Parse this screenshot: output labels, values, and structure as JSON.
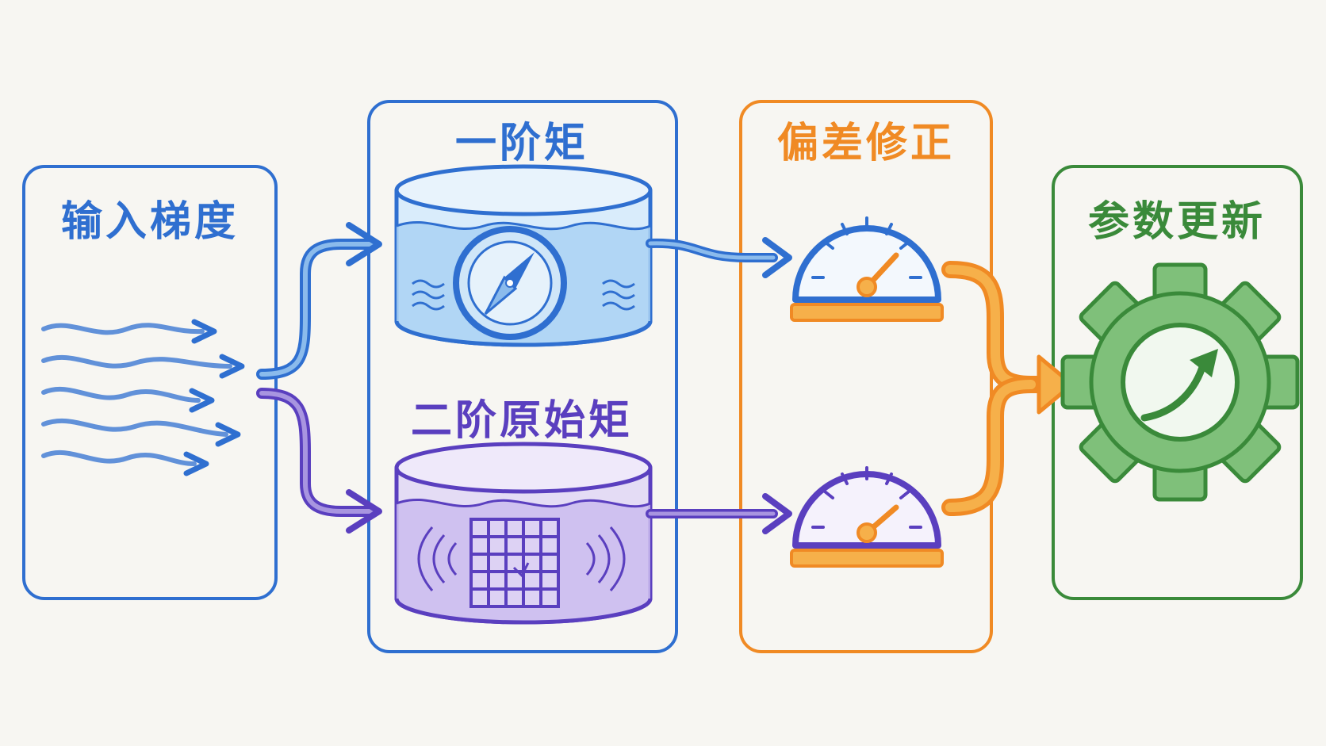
{
  "stages": {
    "input": {
      "label": "输入梯度"
    },
    "first_moment": {
      "label": "一阶矩"
    },
    "second_moment": {
      "label": "二阶原始矩"
    },
    "bias_correction": {
      "label": "偏差修正"
    },
    "param_update": {
      "label": "参数更新"
    }
  },
  "colors": {
    "blue": "#2f6fd0",
    "blue_light": "#bcdcf5",
    "purple": "#5a3fbf",
    "purple_light": "#d6cbf0",
    "orange": "#f08a24",
    "orange_light": "#f6b04a",
    "green": "#3a8a3a",
    "green_light": "#7fc07a",
    "background": "#f7f6f2"
  },
  "icons": {
    "input": "wind-arrows-icon",
    "first_moment": "compass-icon",
    "second_moment": "grid-icon",
    "bias_correction": "gauge-icon",
    "param_update": "gear-arrow-icon"
  }
}
